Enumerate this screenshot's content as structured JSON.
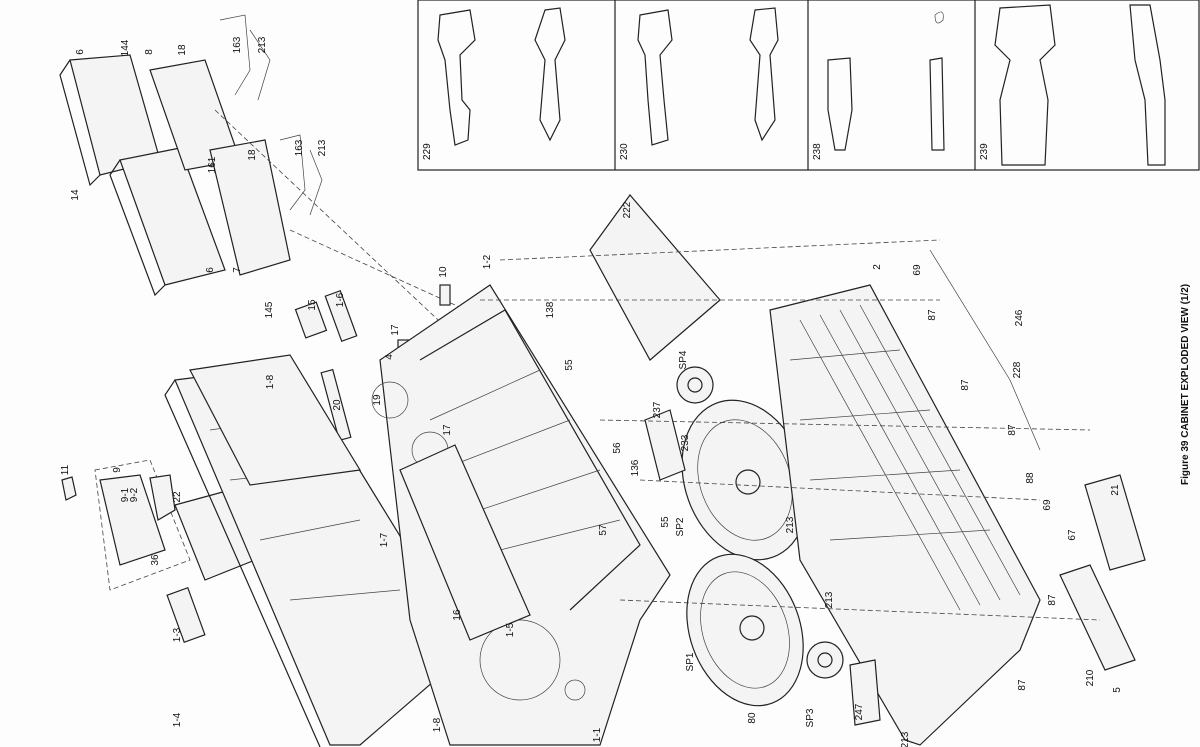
{
  "figure_title": "Figure 39 CABINET EXPLODED VIEW (1/2)",
  "inset_labels": [
    "229",
    "230",
    "238",
    "239"
  ],
  "part_labels": [
    "6",
    "144",
    "8",
    "18",
    "163",
    "213",
    "14",
    "161",
    "18",
    "163",
    "213",
    "6",
    "7",
    "145",
    "15",
    "1-6",
    "10",
    "1-2",
    "138",
    "55",
    "17",
    "4",
    "222",
    "1-8",
    "20",
    "19",
    "17",
    "11",
    "9",
    "9-1",
    "9-2",
    "22",
    "36",
    "1-3",
    "1-7",
    "1-4",
    "1-8",
    "16",
    "1-5",
    "1-1",
    "56",
    "237",
    "233",
    "136",
    "55",
    "SP2",
    "57",
    "SP4",
    "2",
    "69",
    "87",
    "246",
    "228",
    "87",
    "87",
    "88",
    "21",
    "69",
    "67",
    "87",
    "210",
    "5",
    "87",
    "213",
    "213",
    "SP1",
    "SP3",
    "80",
    "247",
    "213"
  ]
}
